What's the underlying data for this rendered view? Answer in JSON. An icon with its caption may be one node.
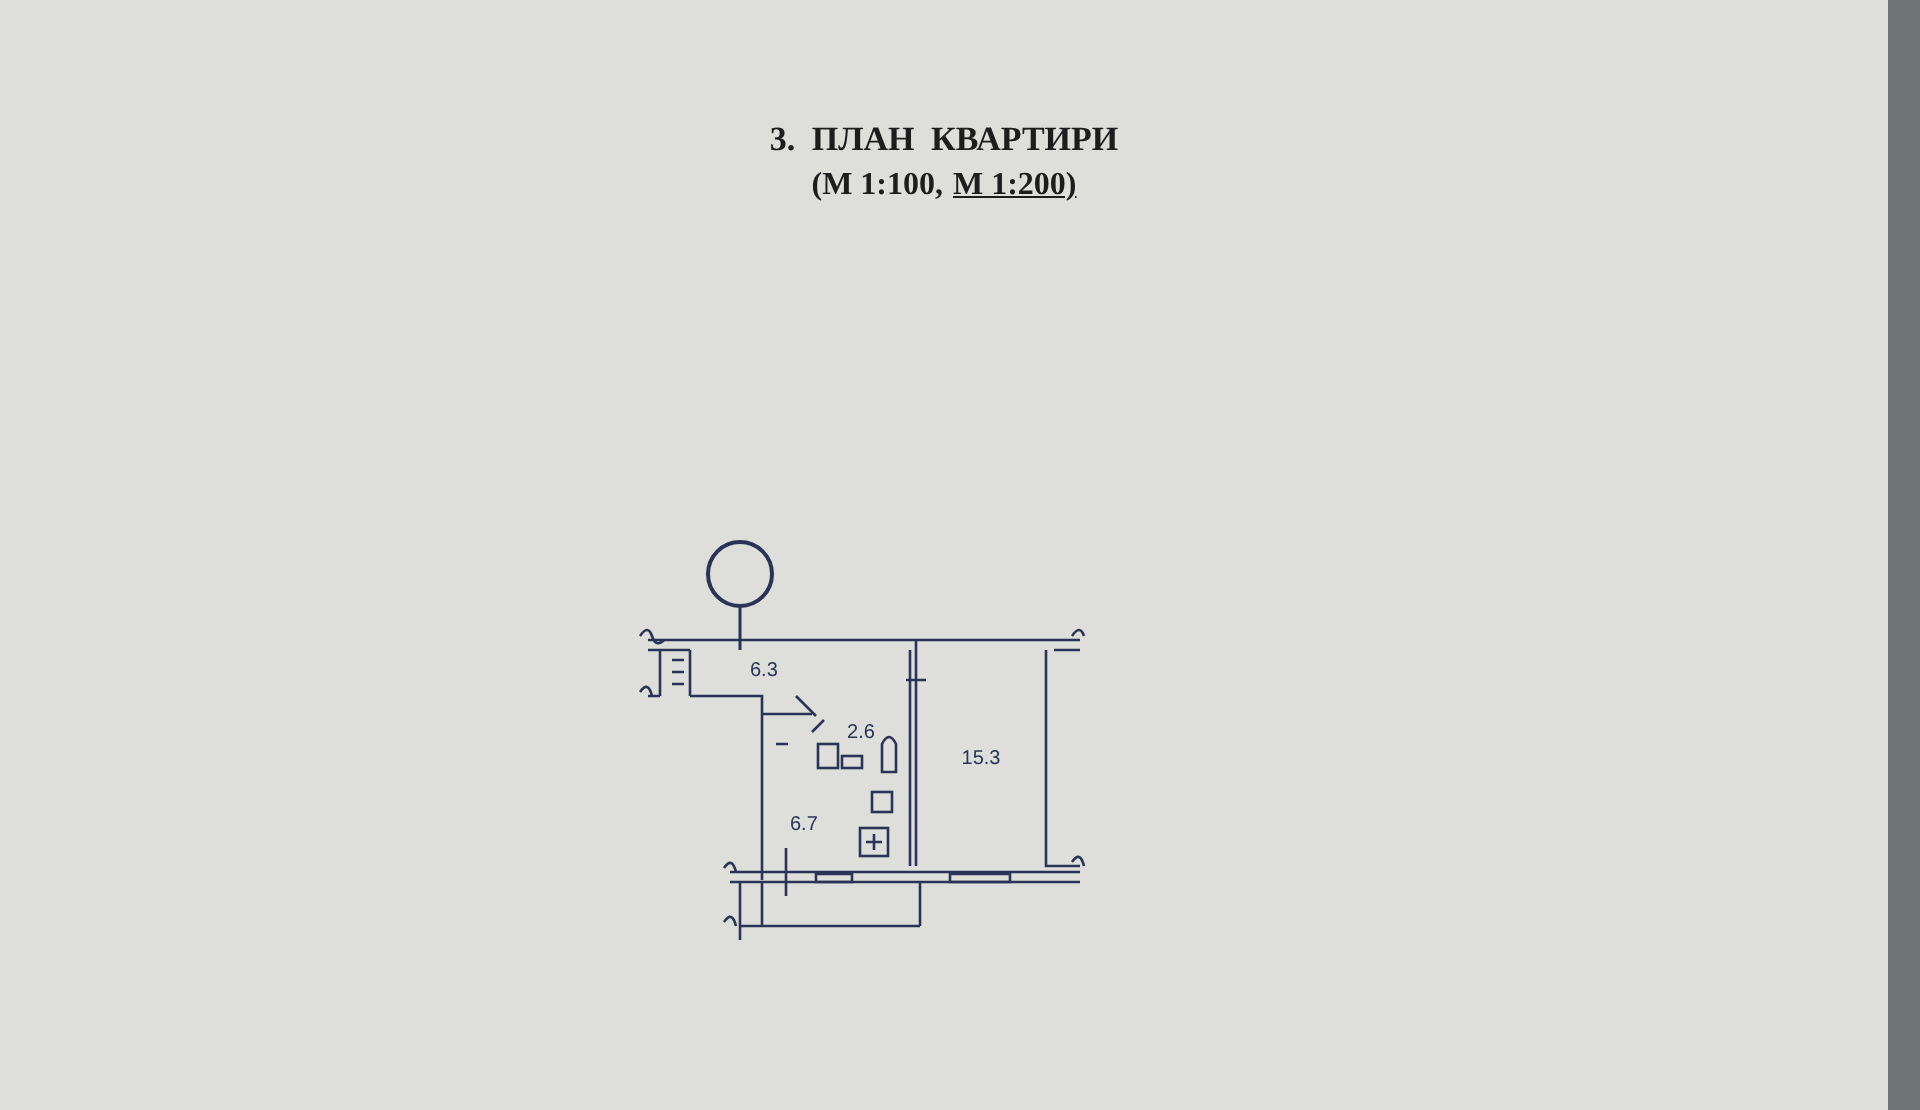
{
  "diagram": {
    "title": "3. ПЛАН КВАРТИРИ",
    "nodes": [
      {
        "text": [],
        "shape": "circle"
      },
      {
        "text": [
          "6.3"
        ]
      },
      {
        "text": [
          "2.6"
        ]
      },
      {
        "text": [
          "15.3"
        ]
      },
      {
        "text": [
          "6.7"
        ]
      }
    ],
    "edges": [
      {
        "from": 0,
        "to": 1,
        "arrow": "none"
      }
    ],
    "labels": [
      "(М 1:100,",
      "М 1:200)"
    ]
  }
}
